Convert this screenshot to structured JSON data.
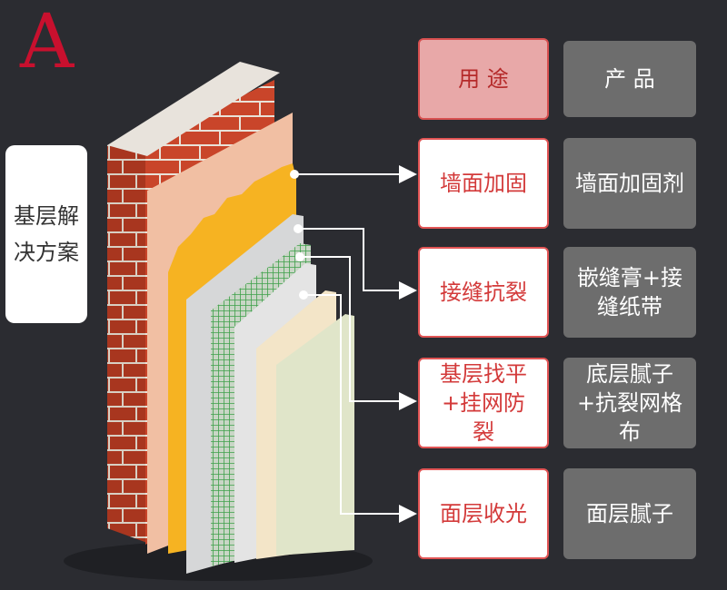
{
  "corner_letter": "A",
  "side_label": "基层解决方案",
  "header": {
    "use": "用 途",
    "product": "产 品"
  },
  "rows": [
    {
      "use": "墙面加固",
      "product": "墙面加固剂"
    },
    {
      "use": "接缝抗裂",
      "product": "嵌缝膏+接缝纸带"
    },
    {
      "use": "基层找平+挂网防裂",
      "product": "底层腻子+抗裂网格布"
    },
    {
      "use": "面层收光",
      "product": "面层腻子"
    }
  ],
  "colors": {
    "background": "#2b2c31",
    "brick": "#c9452a",
    "mortar": "#e9e2d8",
    "plaster": "#f1bfa3",
    "yellow_layer": "#f6b322",
    "mesh": "#3ea04a",
    "accent_red": "#d33a3a",
    "product_gray": "#6d6d6d"
  },
  "icons": [
    "connector-arrow-icon"
  ]
}
